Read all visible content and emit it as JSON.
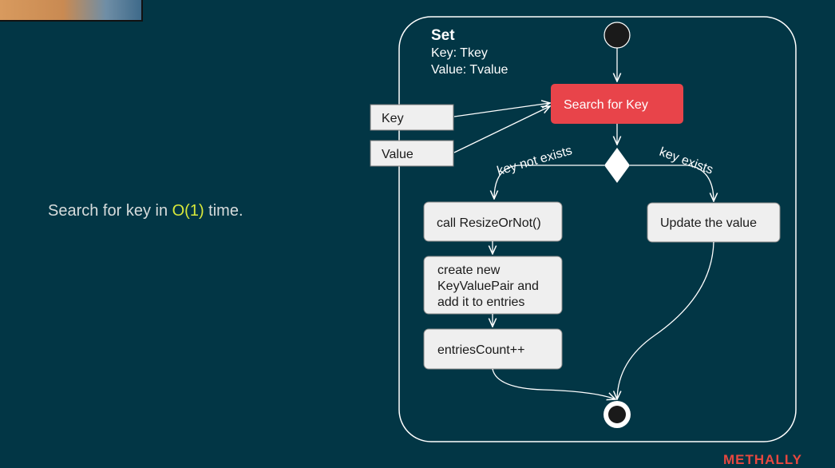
{
  "caption": {
    "before": "Search for key in ",
    "highlight": "O(1)",
    "after": " time."
  },
  "diagram": {
    "title": "Set",
    "params": [
      "Key: Tkey",
      "Value: Tvalue"
    ],
    "inputs": [
      "Key",
      "Value"
    ],
    "nodes": {
      "search": "Search for Key",
      "resize": "call ResizeOrNot()",
      "create": [
        "create new",
        "KeyValuePair and",
        "add it to entries"
      ],
      "count": "entriesCount++",
      "update": "Update the value"
    },
    "edges": {
      "not_exists": "key not exists",
      "exists": "key exists"
    },
    "colors": {
      "background": "#023645",
      "line": "#ffffff",
      "action_fill": "#efefef",
      "action_text": "#1a1a1a",
      "search_fill": "#e8444a",
      "state_dot": "#1a1a1a"
    }
  },
  "brand": {
    "text": "METHALLY"
  }
}
